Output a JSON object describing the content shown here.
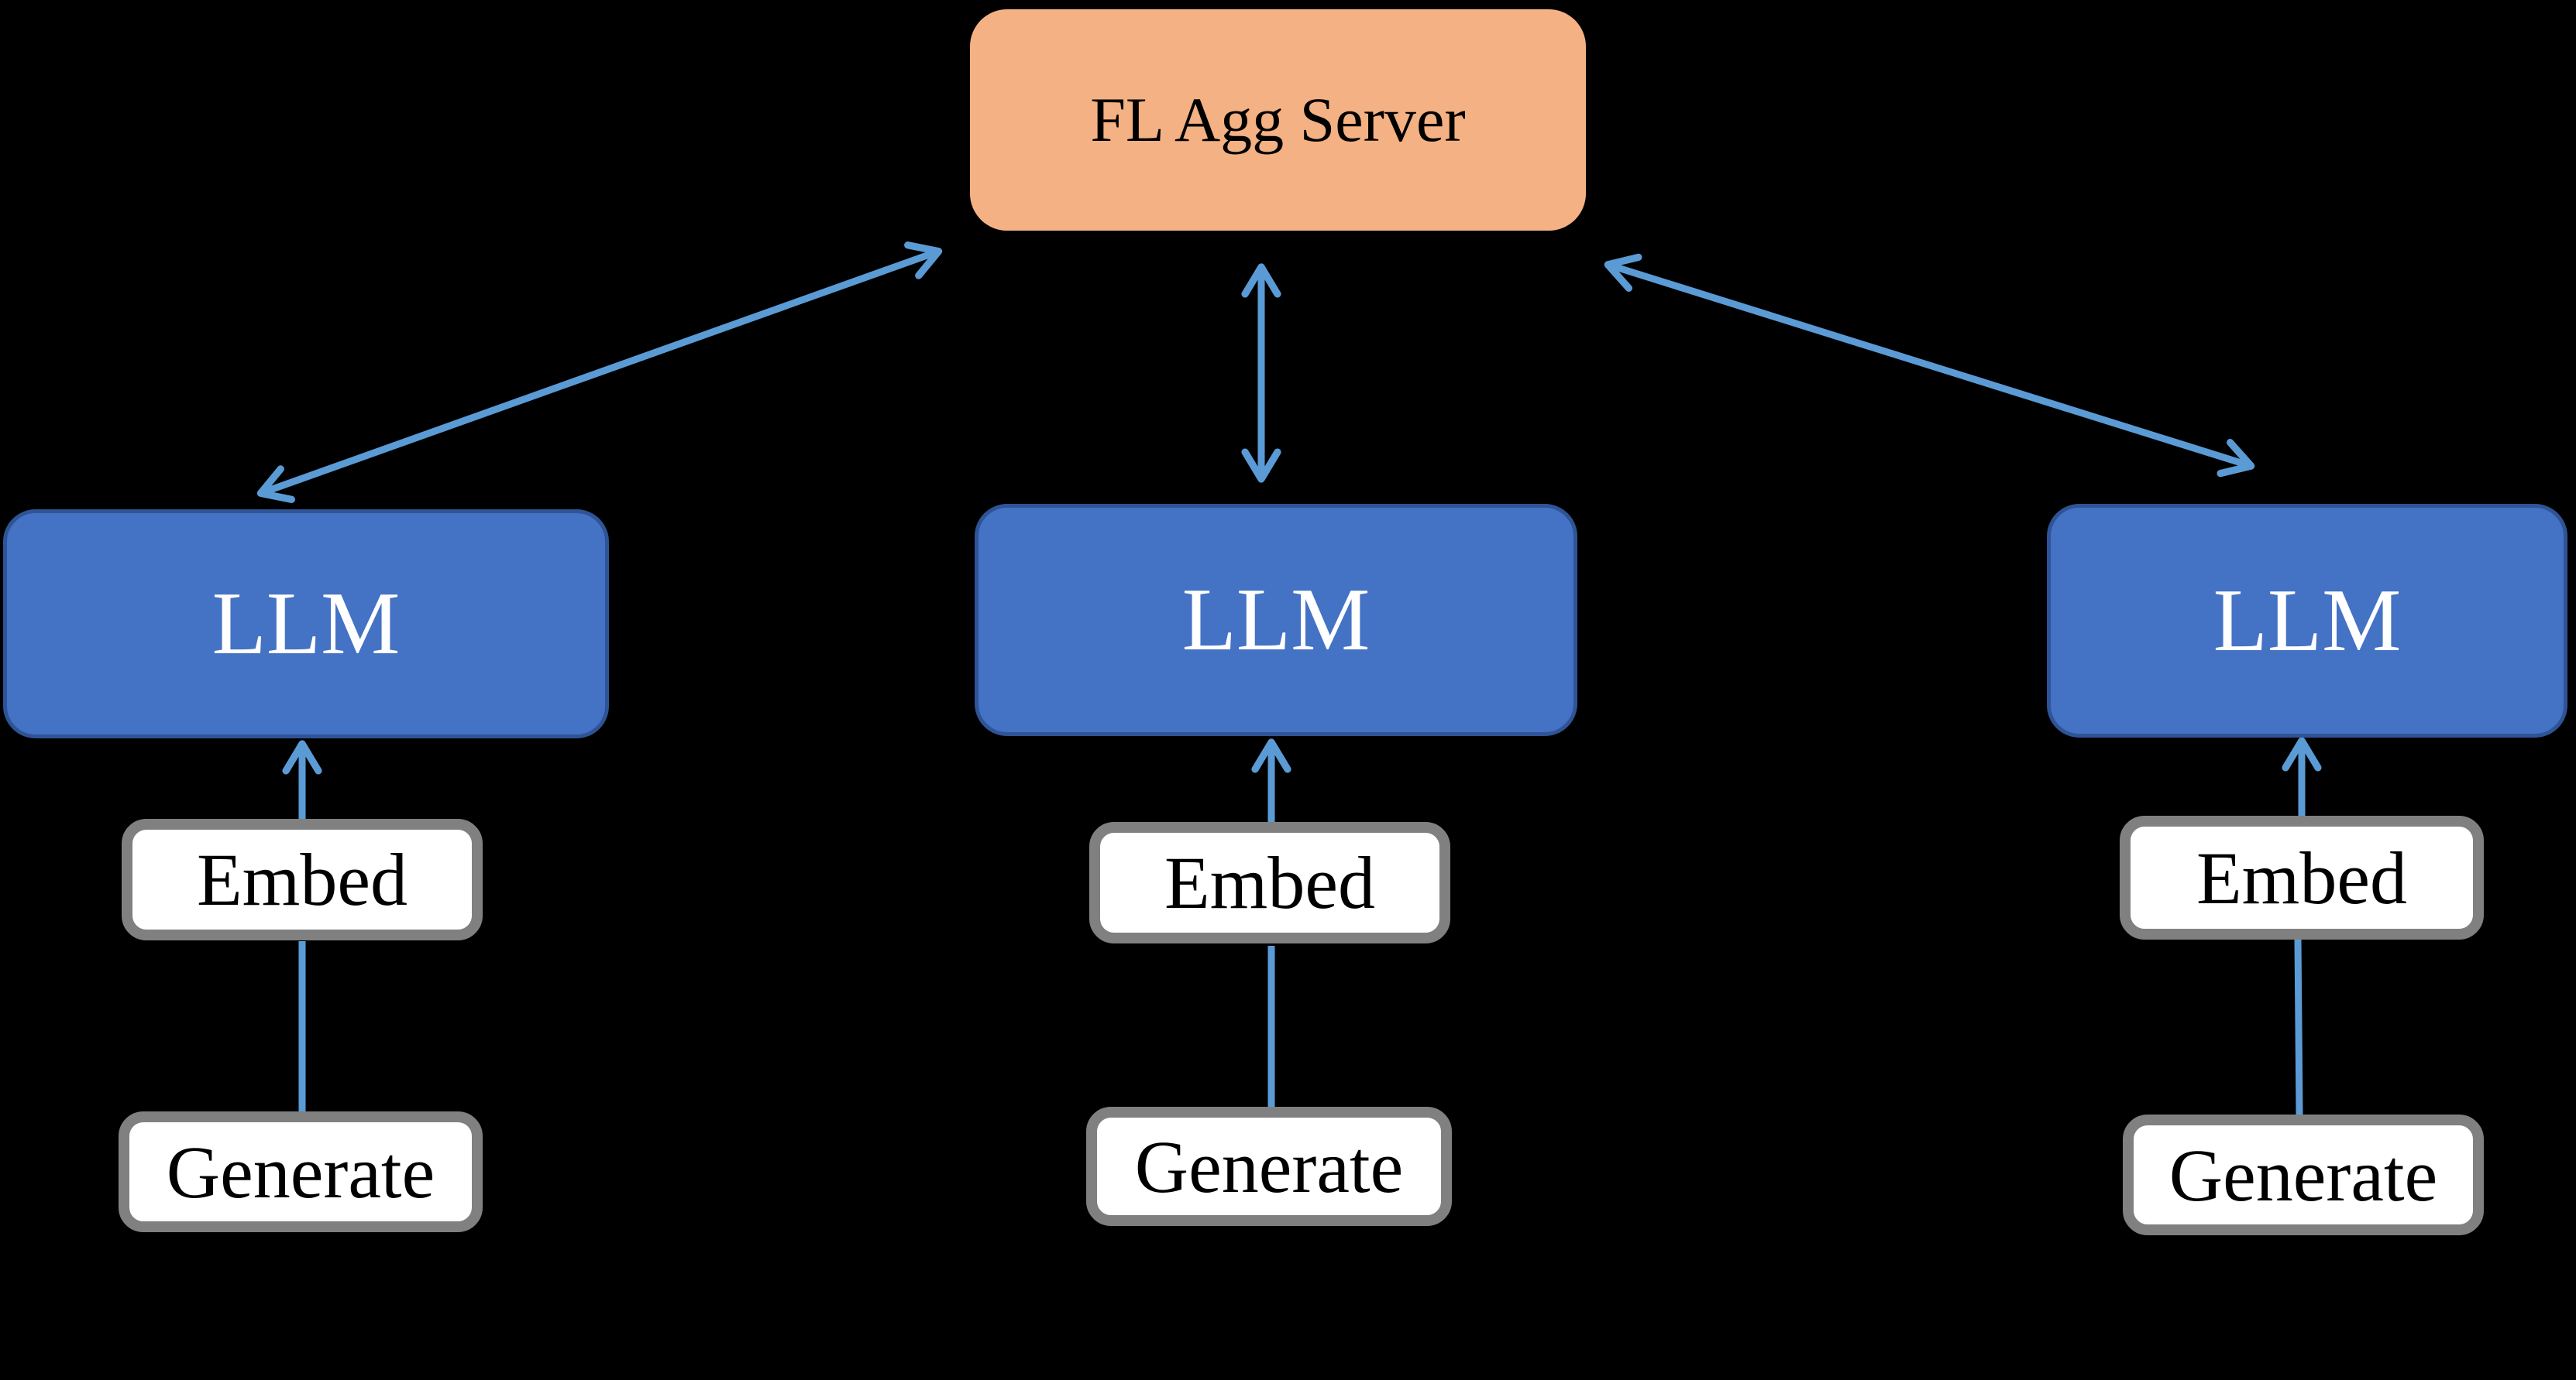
{
  "diagram": {
    "description": "Federated learning architecture with a central aggregation server connected bidirectionally to three client LLMs, each fed by Embed and Generate modules",
    "server": {
      "label": "FL Agg Server"
    },
    "clients": [
      {
        "position": "left",
        "llm_label": "LLM",
        "embed_label": "Embed",
        "generate_label": "Generate"
      },
      {
        "position": "middle",
        "llm_label": "LLM",
        "embed_label": "Embed",
        "generate_label": "Generate"
      },
      {
        "position": "right",
        "llm_label": "LLM",
        "embed_label": "Embed",
        "generate_label": "Generate"
      }
    ],
    "connections": [
      {
        "from": "FL Agg Server",
        "to": "LLM (left)",
        "type": "bidirectional-arrow"
      },
      {
        "from": "FL Agg Server",
        "to": "LLM (middle)",
        "type": "bidirectional-arrow"
      },
      {
        "from": "FL Agg Server",
        "to": "LLM (right)",
        "type": "bidirectional-arrow"
      },
      {
        "from": "Embed (left)",
        "to": "LLM (left)",
        "type": "arrow-up"
      },
      {
        "from": "Embed (middle)",
        "to": "LLM (middle)",
        "type": "arrow-up"
      },
      {
        "from": "Embed (right)",
        "to": "LLM (right)",
        "type": "arrow-up"
      },
      {
        "from": "Generate (left)",
        "to": "Embed (left)",
        "type": "line"
      },
      {
        "from": "Generate (middle)",
        "to": "Embed (middle)",
        "type": "line"
      },
      {
        "from": "Generate (right)",
        "to": "Embed (right)",
        "type": "line"
      }
    ],
    "colors": {
      "background": "#000000",
      "server_fill": "#F4B183",
      "llm_fill": "#4472C4",
      "llm_border": "#2F5496",
      "module_fill": "#FFFFFF",
      "module_border": "#808080",
      "arrow": "#5B9BD5",
      "server_text": "#000000",
      "llm_text": "#FFFFFF",
      "module_text": "#000000"
    }
  }
}
